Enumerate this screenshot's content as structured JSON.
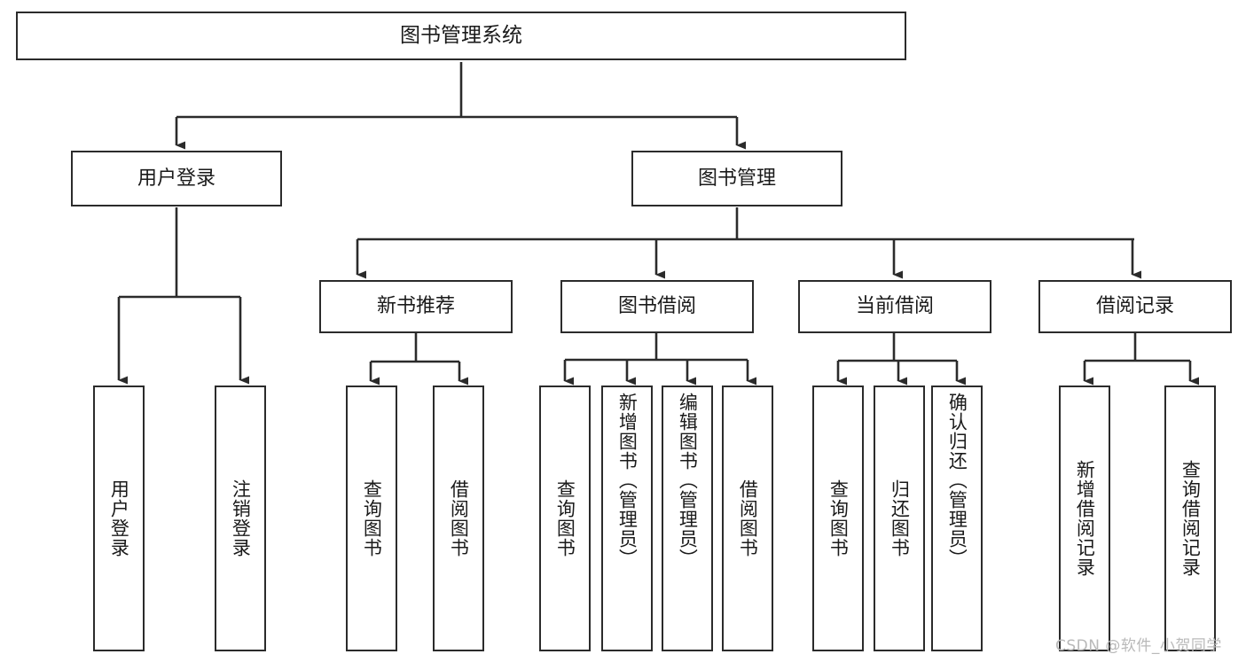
{
  "diagram": {
    "title": "图书管理系统",
    "type": "hierarchy-tree",
    "root": {
      "label": "图书管理系统",
      "children": [
        {
          "label": "用户登录",
          "children": [
            {
              "label": "用户登录"
            },
            {
              "label": "注销登录"
            }
          ]
        },
        {
          "label": "图书管理",
          "children": [
            {
              "label": "新书推荐",
              "children": [
                {
                  "label": "查询图书"
                },
                {
                  "label": "借阅图书"
                }
              ]
            },
            {
              "label": "图书借阅",
              "children": [
                {
                  "label": "查询图书"
                },
                {
                  "label": "新增图书（管理员）"
                },
                {
                  "label": "编辑图书（管理员）"
                },
                {
                  "label": "借阅图书"
                }
              ]
            },
            {
              "label": "当前借阅",
              "children": [
                {
                  "label": "查询图书"
                },
                {
                  "label": "归还图书"
                },
                {
                  "label": "确认归还（管理员）"
                }
              ]
            },
            {
              "label": "借阅记录",
              "children": [
                {
                  "label": "新增借阅记录"
                },
                {
                  "label": "查询借阅记录"
                }
              ]
            }
          ]
        }
      ]
    }
  },
  "nodes": {
    "root": "图书管理系统",
    "user_login": "用户登录",
    "book_manage": "图书管理",
    "new_book_rec": "新书推荐",
    "book_borrow": "图书借阅",
    "current_borrow": "当前借阅",
    "borrow_record": "借阅记录",
    "leaf_user_login": "用户登录",
    "leaf_logout": "注销登录",
    "leaf_rec_query_book": "查询图书",
    "leaf_rec_borrow_book": "借阅图书",
    "leaf_borrow_query_book": "查询图书",
    "leaf_add_book_admin": "新增图书（管理员）",
    "leaf_edit_book_admin": "编辑图书（管理员）",
    "leaf_borrow_book": "借阅图书",
    "leaf_cur_query_book": "查询图书",
    "leaf_return_book": "归还图书",
    "leaf_confirm_return_admin": "确认归还（管理员）",
    "leaf_add_record": "新增借阅记录",
    "leaf_query_record": "查询借阅记录"
  },
  "watermark": {
    "text": "CSDN @软件_小贺同学"
  },
  "colors": {
    "stroke": "#2b2b2b",
    "background": "#ffffff",
    "text": "#1a1a1a",
    "watermark": "#b9b9b9"
  }
}
